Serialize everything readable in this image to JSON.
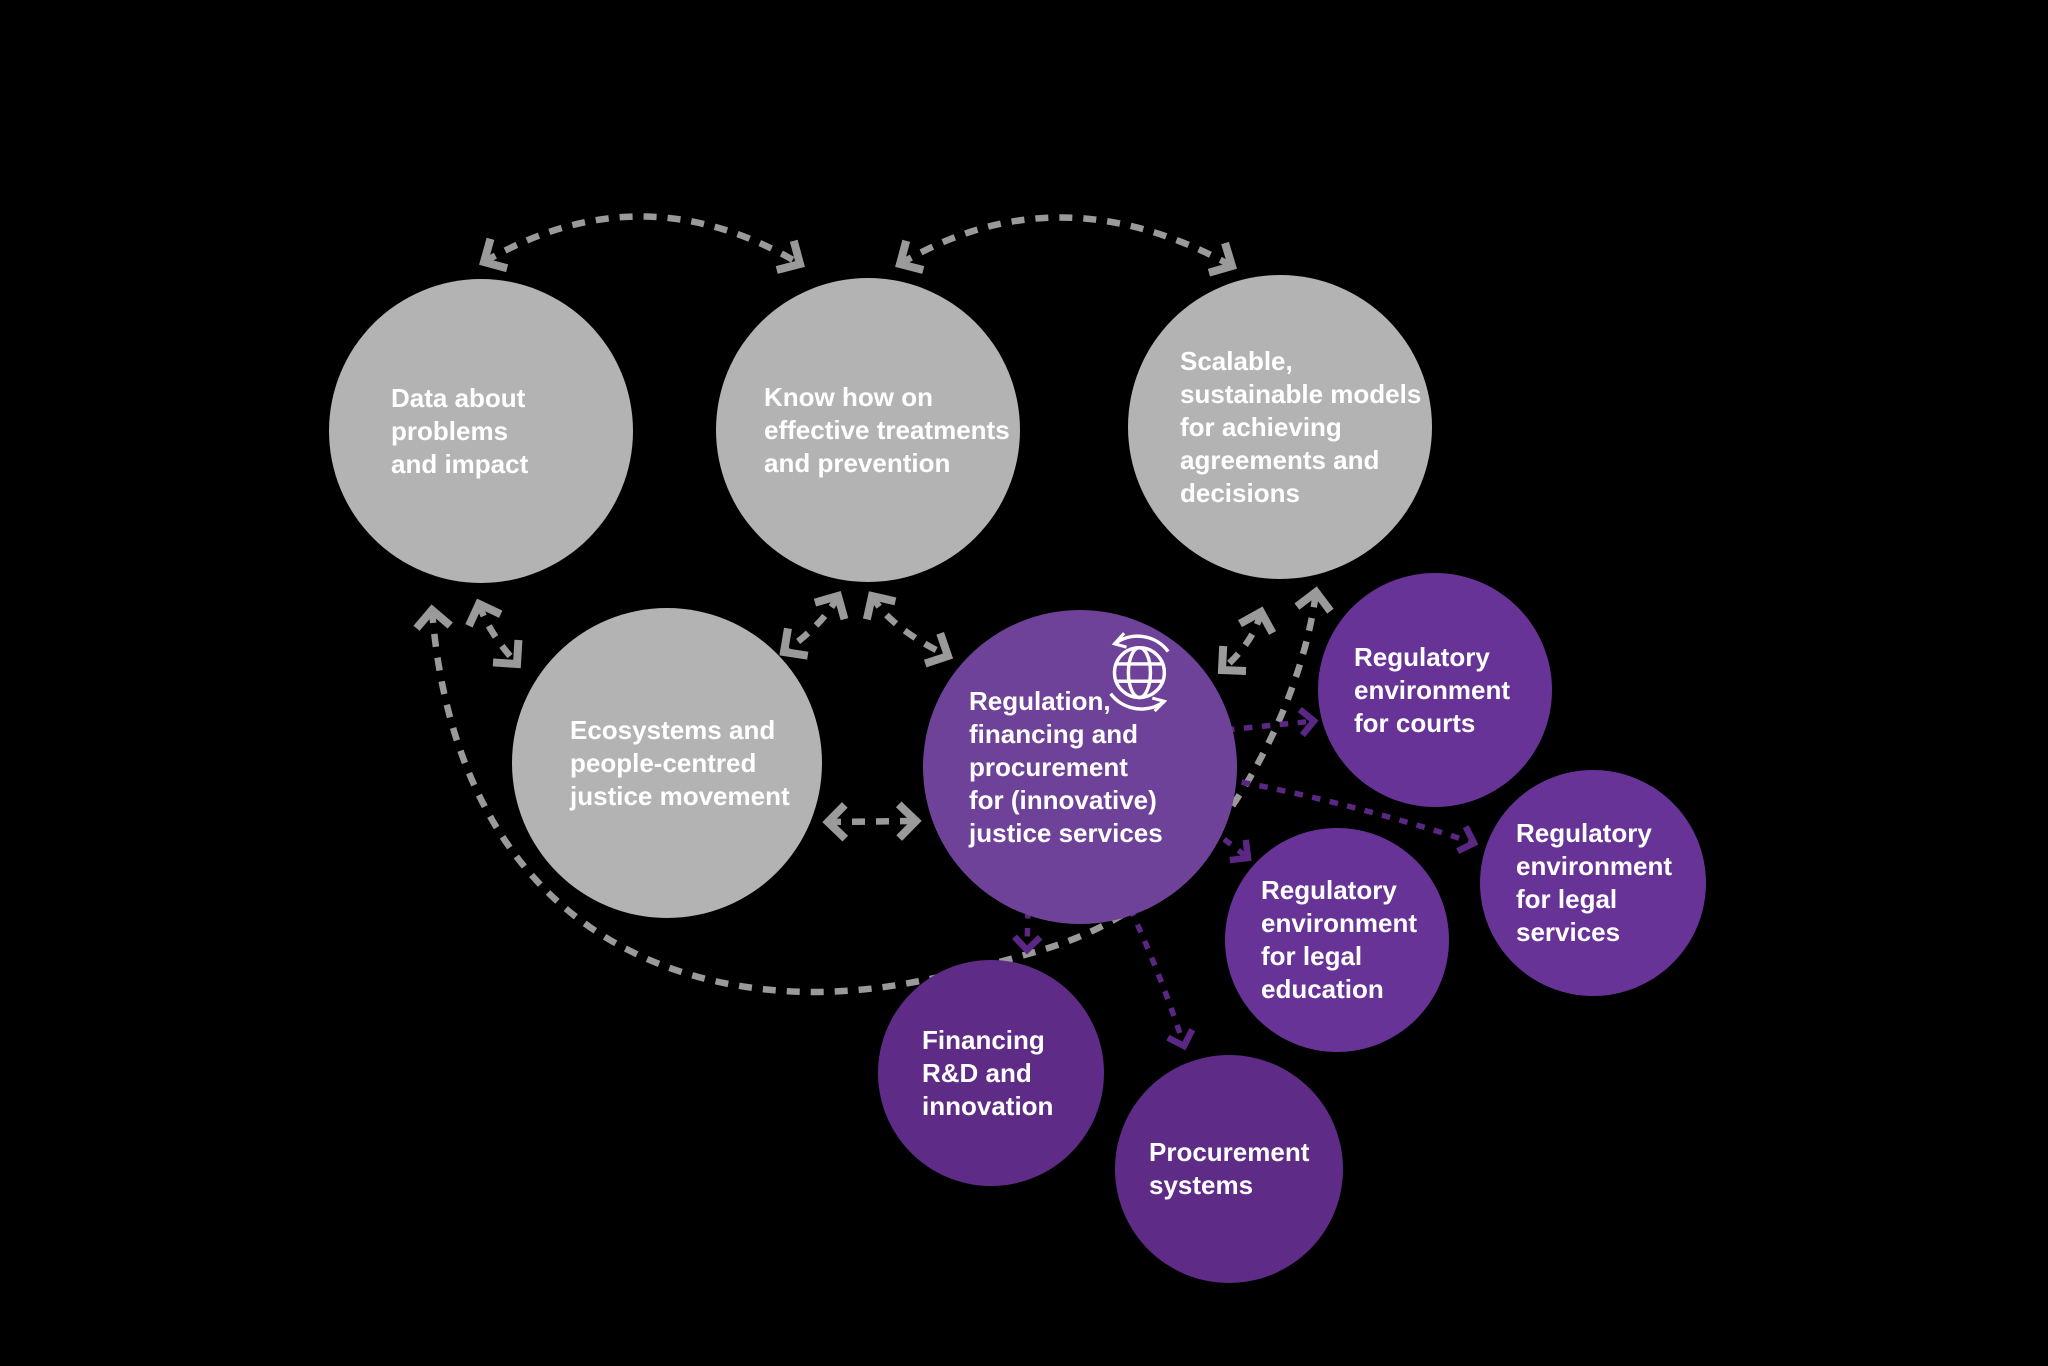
{
  "colors": {
    "background": "#000000",
    "node_gray": "#b3b3b3",
    "node_purple_main": "#6f4299",
    "node_purple": "#673397",
    "node_purple_dark": "#5e2b87",
    "arrow_gray": "#9a9a9a",
    "arrow_purple": "#5a2784",
    "text": "#ffffff"
  },
  "nodes": [
    {
      "id": "data",
      "label": "Data about\nproblems\nand impact",
      "type": "gray"
    },
    {
      "id": "knowhow",
      "label": "Know how on\neffective treatments\nand prevention",
      "type": "gray"
    },
    {
      "id": "scalable",
      "label": "Scalable,\nsustainable models\nfor achieving\nagreements and\ndecisions",
      "type": "gray"
    },
    {
      "id": "ecosystems",
      "label": "Ecosystems and\npeople-centred\njustice movement",
      "type": "gray"
    },
    {
      "id": "regulation",
      "label": "Regulation,\nfinancing and\nprocurement\nfor (innovative)\njustice services",
      "type": "purple-main",
      "icon": "globe-cycle-icon"
    },
    {
      "id": "courts",
      "label": "Regulatory\nenvironment\nfor courts",
      "type": "purple"
    },
    {
      "id": "legal-services",
      "label": "Regulatory\nenvironment\nfor legal\nservices",
      "type": "purple"
    },
    {
      "id": "legal-education",
      "label": "Regulatory\nenvironment\nfor legal\neducation",
      "type": "purple"
    },
    {
      "id": "financing-rd",
      "label": "Financing\nR&D and\ninnovation",
      "type": "purple-dark"
    },
    {
      "id": "procurement",
      "label": "Procurement\nsystems",
      "type": "purple-dark"
    }
  ],
  "edges": [
    {
      "id": "data-knowhow",
      "from": "data",
      "to": "knowhow",
      "direction": "both",
      "color": "gray",
      "style": "dashed"
    },
    {
      "id": "knowhow-scalable",
      "from": "knowhow",
      "to": "scalable",
      "direction": "both",
      "color": "gray",
      "style": "dashed"
    },
    {
      "id": "data-ecosystems",
      "from": "data",
      "to": "ecosystems",
      "direction": "both",
      "color": "gray",
      "style": "dashed"
    },
    {
      "id": "knowhow-ecosystems",
      "from": "knowhow",
      "to": "ecosystems",
      "direction": "both",
      "color": "gray",
      "style": "dashed"
    },
    {
      "id": "knowhow-regulation",
      "from": "knowhow",
      "to": "regulation",
      "direction": "both",
      "color": "gray",
      "style": "dashed"
    },
    {
      "id": "scalable-regulation",
      "from": "scalable",
      "to": "regulation",
      "direction": "both",
      "color": "gray",
      "style": "dashed"
    },
    {
      "id": "ecosystems-regulation",
      "from": "ecosystems",
      "to": "regulation",
      "direction": "both",
      "color": "gray",
      "style": "dashed"
    },
    {
      "id": "data-scalable",
      "from": "data",
      "to": "scalable",
      "direction": "both",
      "color": "gray",
      "style": "dashed"
    },
    {
      "id": "regulation-courts",
      "from": "regulation",
      "to": "courts",
      "direction": "one-way",
      "color": "purple",
      "style": "dashed"
    },
    {
      "id": "regulation-legal-services",
      "from": "regulation",
      "to": "legal-services",
      "direction": "one-way",
      "color": "purple",
      "style": "dashed"
    },
    {
      "id": "regulation-legal-education",
      "from": "regulation",
      "to": "legal-education",
      "direction": "one-way",
      "color": "purple",
      "style": "dashed"
    },
    {
      "id": "regulation-financing-rd",
      "from": "regulation",
      "to": "financing-rd",
      "direction": "one-way",
      "color": "purple",
      "style": "dashed"
    },
    {
      "id": "regulation-procurement",
      "from": "regulation",
      "to": "procurement",
      "direction": "one-way",
      "color": "purple",
      "style": "dashed"
    }
  ]
}
